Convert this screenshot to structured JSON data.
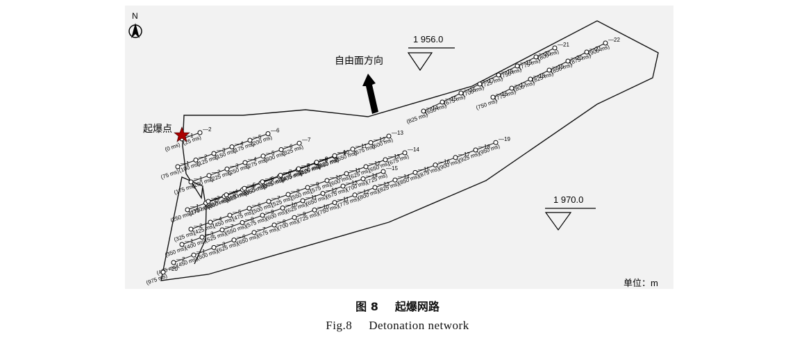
{
  "north_label": "N",
  "elevations": [
    {
      "value": "1 956.0"
    },
    {
      "value": "1 970.0"
    }
  ],
  "free_face_label": "自由面方向",
  "initiation_label": "起爆点",
  "unit_label": "单位：m",
  "caption_cn": {
    "number": "图 8",
    "title": "起爆网路"
  },
  "caption_en": {
    "number": "Fig.8",
    "title": "Detonation network"
  },
  "holes": [
    {
      "delay": "0 ms",
      "id": "1"
    },
    {
      "delay": "25 ms",
      "id": "2"
    },
    {
      "delay": "75 ms",
      "id": "1"
    },
    {
      "delay": "100 ms",
      "id": "2"
    },
    {
      "delay": "125 ms",
      "id": "3"
    },
    {
      "delay": "150 ms",
      "id": "4"
    },
    {
      "delay": "175 ms",
      "id": "5"
    },
    {
      "delay": "200 ms",
      "id": "6"
    },
    {
      "delay": "175 ms",
      "id": "1"
    },
    {
      "delay": "200 ms",
      "id": "2"
    },
    {
      "delay": "225 ms",
      "id": "3"
    },
    {
      "delay": "250 ms",
      "id": "4"
    },
    {
      "delay": "275 ms",
      "id": "5"
    },
    {
      "delay": "300 ms",
      "id": "6"
    },
    {
      "delay": "325 ms",
      "id": "7"
    },
    {
      "delay": "250 ms",
      "id": "1"
    },
    {
      "delay": "275 ms",
      "id": "2"
    },
    {
      "delay": "300 ms",
      "id": "3"
    },
    {
      "delay": "325 ms",
      "id": "4"
    },
    {
      "delay": "350 ms",
      "id": "5"
    },
    {
      "delay": "375 ms",
      "id": "6"
    },
    {
      "delay": "400 ms",
      "id": "7"
    },
    {
      "delay": "425 ms",
      "id": "8"
    },
    {
      "delay": "450 ms",
      "id": "9"
    },
    {
      "delay": "350 ms",
      "id": "3"
    },
    {
      "delay": "375 ms",
      "id": "4"
    },
    {
      "delay": "400 ms",
      "id": "5"
    },
    {
      "delay": "425 ms",
      "id": "6"
    },
    {
      "delay": "450 ms",
      "id": "7"
    },
    {
      "delay": "475 ms",
      "id": "8"
    },
    {
      "delay": "500 ms",
      "id": "9"
    },
    {
      "delay": "525 ms",
      "id": "10"
    },
    {
      "delay": "550 ms",
      "id": "11"
    },
    {
      "delay": "575 ms",
      "id": "12"
    },
    {
      "delay": "600 ms",
      "id": "13"
    },
    {
      "delay": "325 ms",
      "id": "2"
    },
    {
      "delay": "425 ms",
      "id": "4"
    },
    {
      "delay": "450 ms",
      "id": "5"
    },
    {
      "delay": "475 ms",
      "id": "6"
    },
    {
      "delay": "500 ms",
      "id": "7"
    },
    {
      "delay": "525 ms",
      "id": "8"
    },
    {
      "delay": "550 ms",
      "id": "9"
    },
    {
      "delay": "575 ms",
      "id": "10"
    },
    {
      "delay": "600 ms",
      "id": "11"
    },
    {
      "delay": "625 ms",
      "id": "12"
    },
    {
      "delay": "650 ms",
      "id": "13"
    },
    {
      "delay": "675 ms",
      "id": "14"
    },
    {
      "delay": "350 ms",
      "id": "1"
    },
    {
      "delay": "400 ms",
      "id": "3"
    },
    {
      "delay": "525 ms",
      "id": "7"
    },
    {
      "delay": "550 ms",
      "id": "8"
    },
    {
      "delay": "575 ms",
      "id": "9"
    },
    {
      "delay": "600 ms",
      "id": "10"
    },
    {
      "delay": "625 ms",
      "id": "11"
    },
    {
      "delay": "650 ms",
      "id": "12"
    },
    {
      "delay": "675 ms",
      "id": "13"
    },
    {
      "delay": "700 ms",
      "id": "14"
    },
    {
      "delay": "725 ms",
      "id": "15"
    },
    {
      "delay": "425 ms",
      "id": "2"
    },
    {
      "delay": "450 ms",
      "id": "1"
    },
    {
      "delay": "500 ms",
      "id": "3"
    },
    {
      "delay": "625 ms",
      "id": "6"
    },
    {
      "delay": "650 ms",
      "id": "7"
    },
    {
      "delay": "675 ms",
      "id": "8"
    },
    {
      "delay": "700 ms",
      "id": "9"
    },
    {
      "delay": "725 ms",
      "id": "10"
    },
    {
      "delay": "750 ms",
      "id": "11"
    },
    {
      "delay": "775 ms",
      "id": "12"
    },
    {
      "delay": "800 ms",
      "id": "13"
    },
    {
      "delay": "825 ms",
      "id": "14"
    },
    {
      "delay": "850 ms",
      "id": "15"
    },
    {
      "delay": "875 ms",
      "id": "16"
    },
    {
      "delay": "900 ms",
      "id": "17"
    },
    {
      "delay": "925 ms",
      "id": "18"
    },
    {
      "delay": "950 ms",
      "id": "19"
    },
    {
      "delay": "975 ms",
      "id": "20"
    },
    {
      "delay": "825 ms",
      "id": "14"
    },
    {
      "delay": "650 ms",
      "id": "15"
    },
    {
      "delay": "675 ms",
      "id": "16"
    },
    {
      "delay": "700 ms",
      "id": "17"
    },
    {
      "delay": "725 ms",
      "id": "18"
    },
    {
      "delay": "750 ms",
      "id": "19"
    },
    {
      "delay": "775 ms",
      "id": "20"
    },
    {
      "delay": "800 ms",
      "id": "21"
    },
    {
      "delay": "750 ms",
      "id": "16"
    },
    {
      "delay": "775 ms",
      "id": "17"
    },
    {
      "delay": "800 ms",
      "id": "18"
    },
    {
      "delay": "825 ms",
      "id": "19"
    },
    {
      "delay": "850 ms",
      "id": "20"
    },
    {
      "delay": "875 ms",
      "id": "21"
    },
    {
      "delay": "900 ms",
      "id": "22"
    }
  ]
}
